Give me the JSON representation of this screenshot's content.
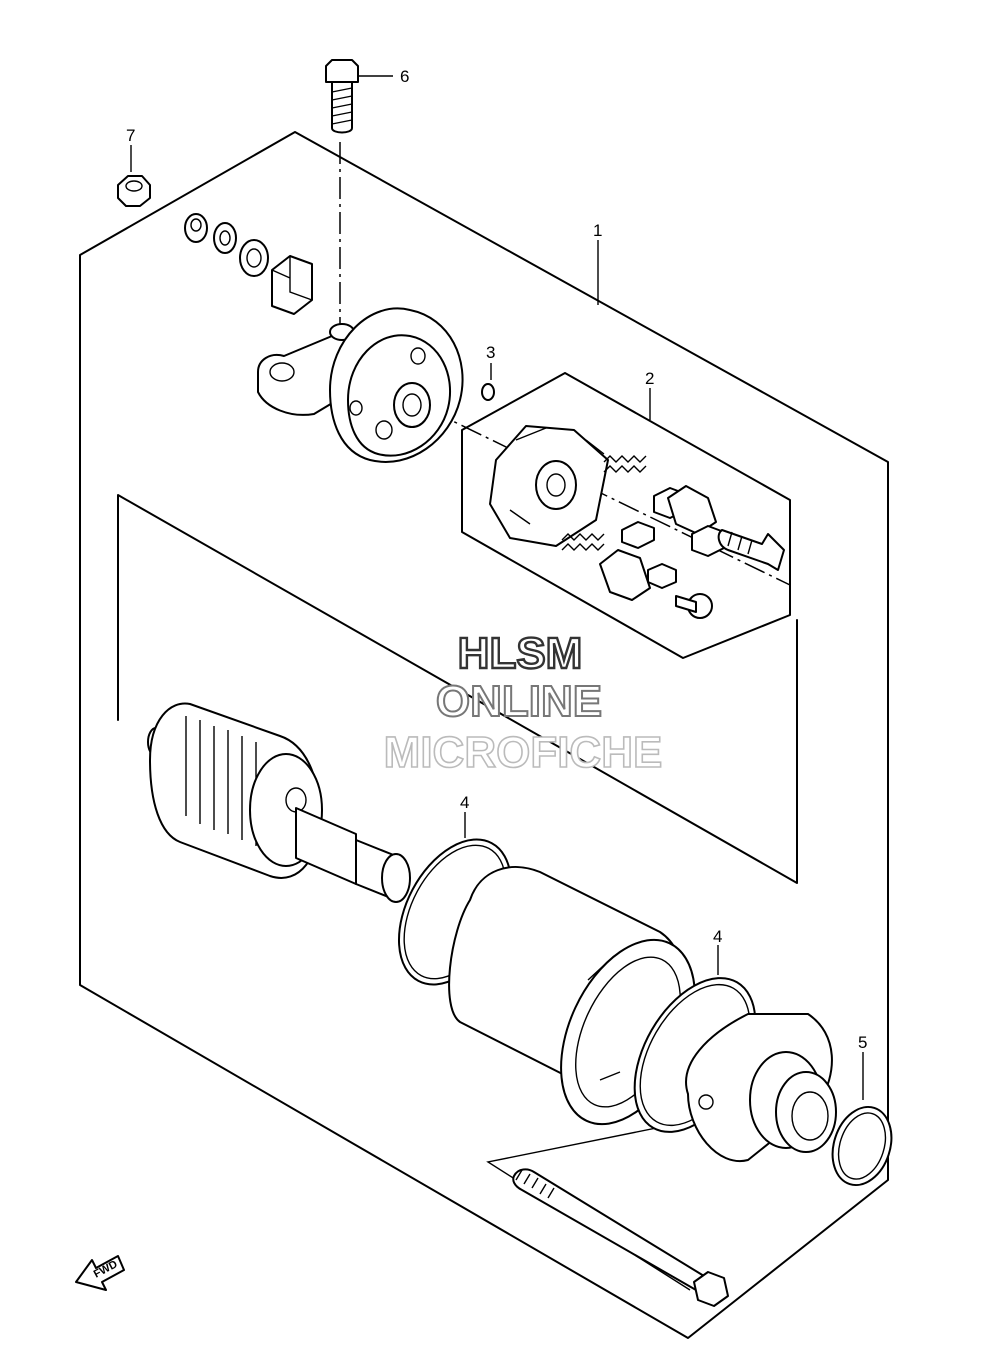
{
  "callouts": {
    "c1": "1",
    "c2": "2",
    "c3": "3",
    "c4a": "4",
    "c4b": "4",
    "c5": "5",
    "c6": "6",
    "c7": "7"
  },
  "watermark": {
    "line1": "HLSM",
    "line2": "ONLINE",
    "line3": "MICROFICHE",
    "colors": [
      "#333333",
      "#777777",
      "#bbbbbb"
    ]
  },
  "fwd_label": "FWD"
}
